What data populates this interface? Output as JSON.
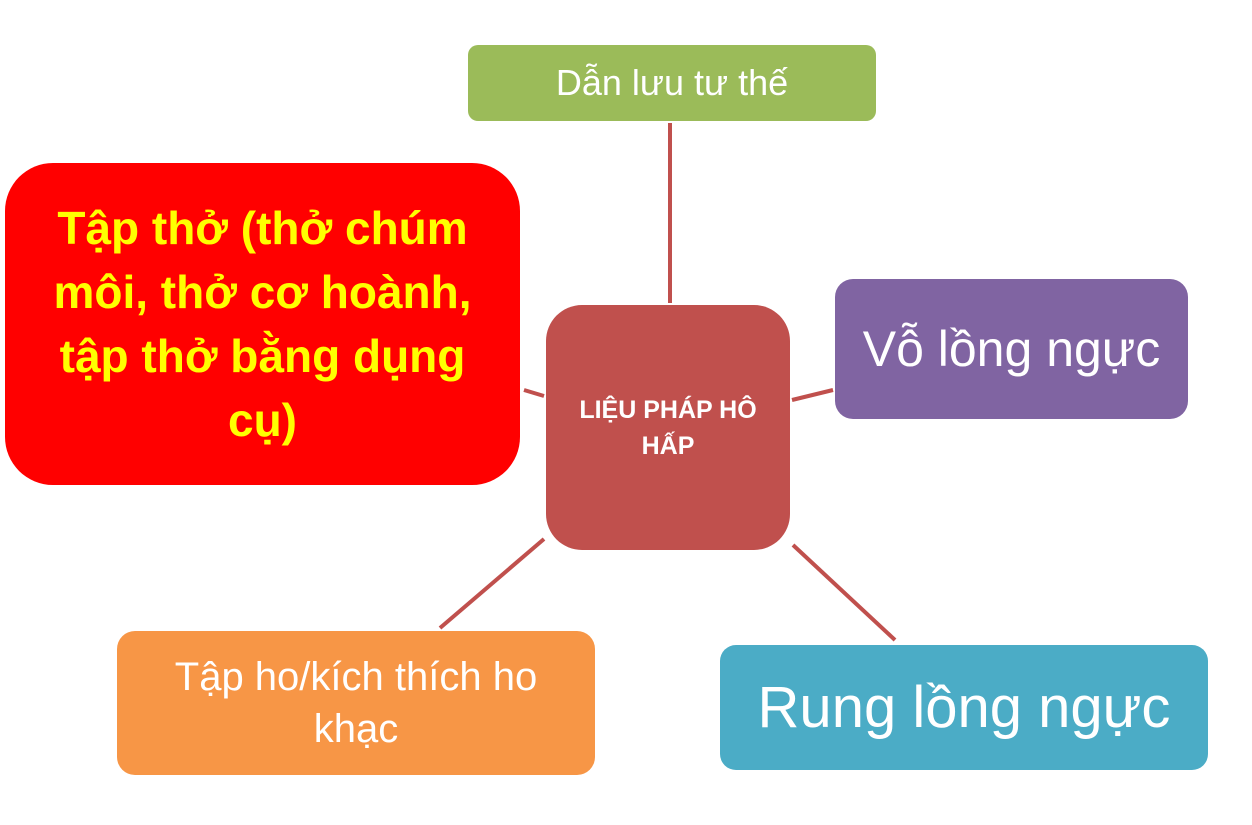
{
  "diagram": {
    "center": "LIỆU PHÁP HÔ HẤP",
    "nodes": {
      "top": "Dẫn lưu tư thế",
      "left": "Tập thở (thở chúm môi, thở cơ hoành, tập thở bằng dụng cụ)",
      "right": "Vỗ lồng ngực",
      "bottom_left": "Tập ho/kích thích ho khạc",
      "bottom_right": "Rung lồng ngực"
    },
    "colors": {
      "connector": "#C0504D",
      "center": "#C0504D",
      "top": "#9BBB59",
      "left": "#FF0000",
      "left_text": "#FFFF00",
      "right": "#8064A2",
      "bottom_left": "#F79646",
      "bottom_right": "#4BACC6"
    }
  }
}
